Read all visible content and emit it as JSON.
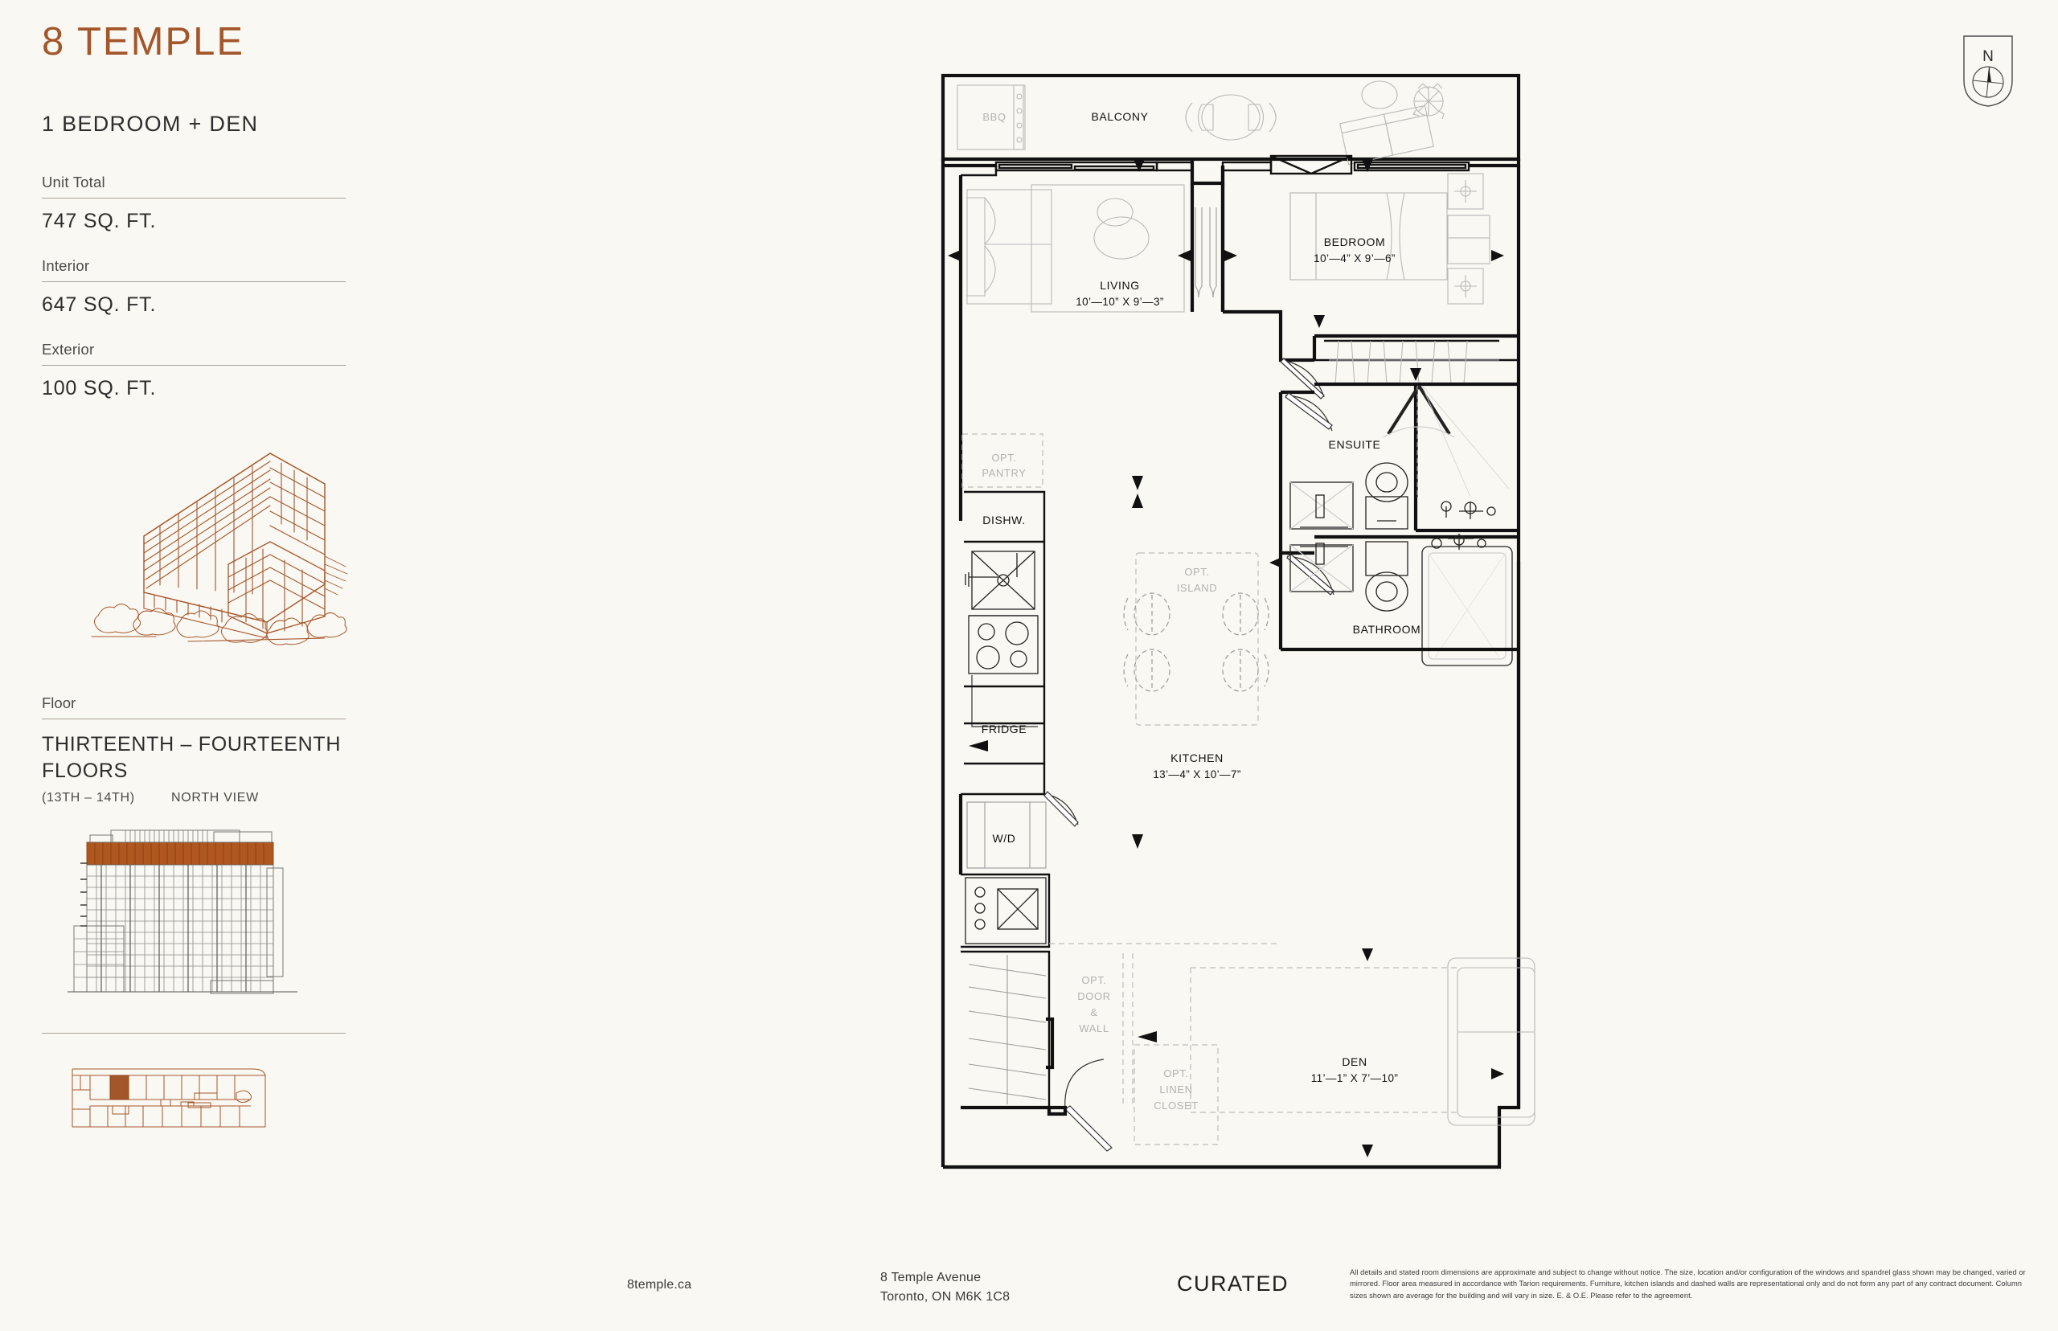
{
  "brand": "8 TEMPLE",
  "unit_type": "1 BEDROOM + DEN",
  "specs": [
    {
      "label": "Unit Total",
      "value": "747 SQ. FT."
    },
    {
      "label": "Interior",
      "value": "647 SQ. FT."
    },
    {
      "label": "Exterior",
      "value": "100 SQ. FT."
    }
  ],
  "floor": {
    "label": "Floor",
    "value": "THIRTEENTH – FOURTEENTH FLOORS",
    "sub_range": "(13TH – 14TH)",
    "sub_view": "NORTH VIEW"
  },
  "compass": {
    "north_letter": "N"
  },
  "plan": {
    "rooms": [
      {
        "name": "BALCONY",
        "dims": ""
      },
      {
        "name": "LIVING",
        "dims": "10’—10”  X  9’—3”"
      },
      {
        "name": "BEDROOM",
        "dims": "10’—4”  X  9’—6”"
      },
      {
        "name": "KITCHEN",
        "dims": "13’—4”  X  10’—7”"
      },
      {
        "name": "ENSUITE",
        "dims": ""
      },
      {
        "name": "BATHROOM",
        "dims": ""
      },
      {
        "name": "DEN",
        "dims": "11’—1”  X  7’—10”"
      }
    ],
    "labels": {
      "balcony": "BALCONY",
      "bbq": "BBQ",
      "living": "LIVING",
      "living_dims": "10’—10”  X  9’—3”",
      "bedroom": "BEDROOM",
      "bedroom_dims": "10’—4”  X  9’—6”",
      "kitchen": "KITCHEN",
      "kitchen_dims": "13’—4”  X  10’—7”",
      "ensuite": "ENSUITE",
      "bathroom": "BATHROOM",
      "den": "DEN",
      "den_dims": "11’—1”  X  7’—10”",
      "dishwasher": "DISHW.",
      "fridge": "FRIDGE",
      "washer_dryer": "W/D",
      "opt_pantry_1": "OPT.",
      "opt_pantry_2": "PANTRY",
      "opt_island_1": "OPT.",
      "opt_island_2": "ISLAND",
      "opt_door_1": "OPT.",
      "opt_door_2": "DOOR",
      "opt_door_3": "&",
      "opt_door_4": "WALL",
      "opt_linen_1": "OPT.",
      "opt_linen_2": "LINEN",
      "opt_linen_3": "CLOSET"
    }
  },
  "footer": {
    "website": "8temple.ca",
    "address_line1": "8 Temple Avenue",
    "address_line2": "Toronto, ON M6K 1C8",
    "logo": "CURATED",
    "disclaimer": "All details and stated room dimensions are approximate and subject to change without notice. The size, location and/or configuration of the windows and spandrel glass shown may be changed, varied or mirrored. Floor area measured in accordance with Tarion requirements. Furniture, kitchen islands and dashed walls are representational only and do not form any part of any contract document. Column sizes shown are average for the building and will vary in size. E. & O.E. Please refer to the agreement."
  },
  "colors": {
    "background": "#faf8f2",
    "accent_brown": "#a4562b",
    "text_dark": "#2d2d2d",
    "rule_grey": "#a9a39a"
  }
}
